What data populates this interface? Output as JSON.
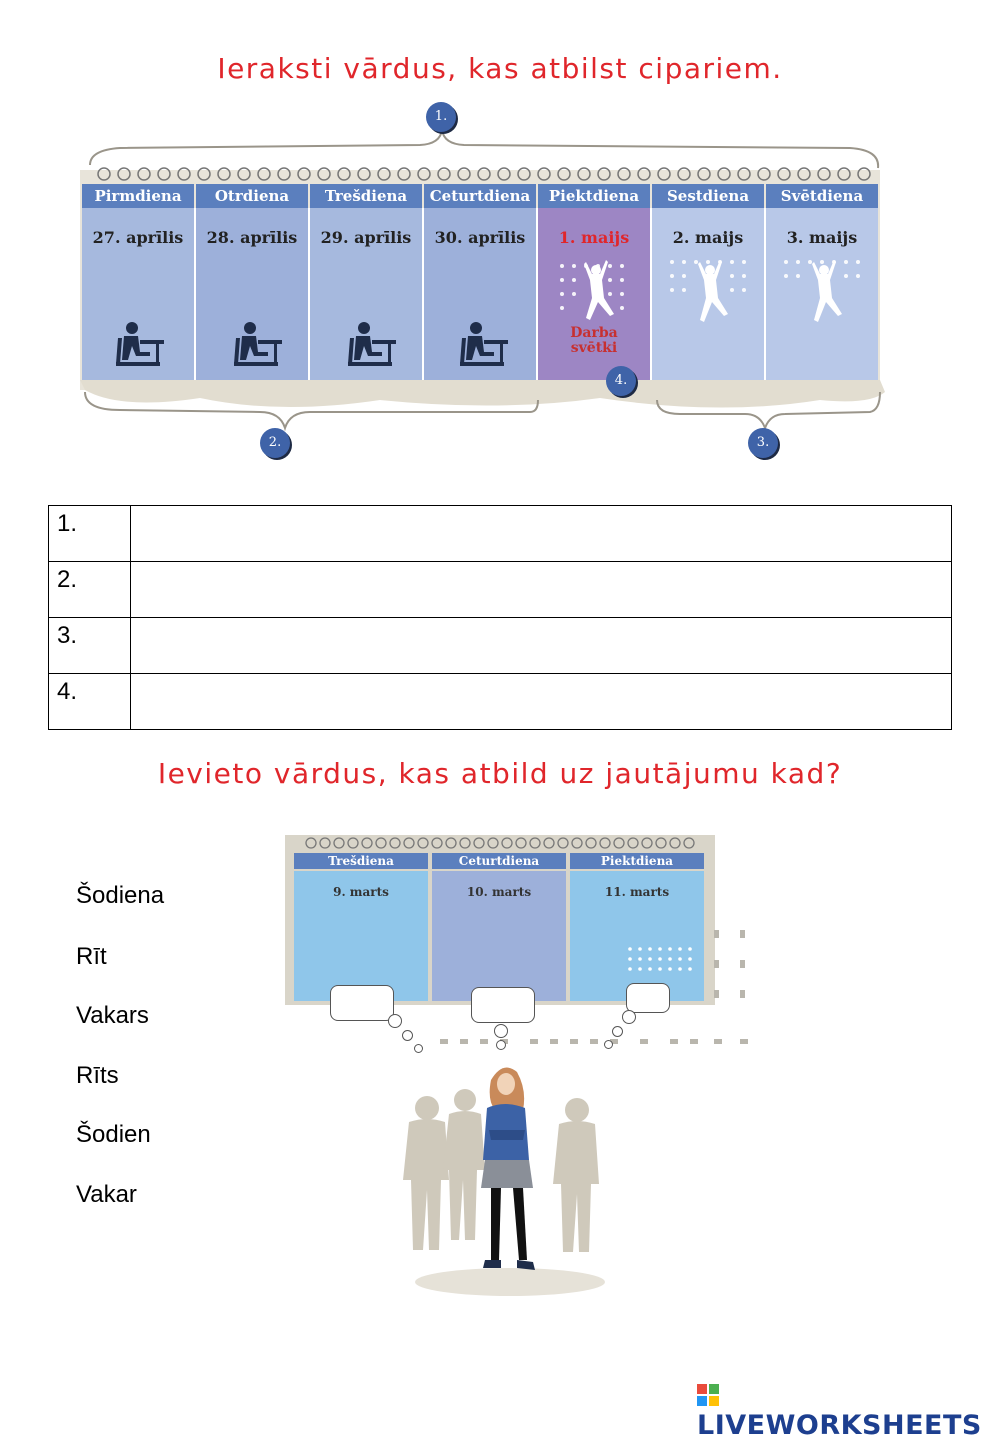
{
  "titles": {
    "task1": "Ieraksti vārdus, kas atbilst cipariem.",
    "task2": "Ievieto vārdus, kas atbild uz jautājumu kad?"
  },
  "calendar1": {
    "days": [
      {
        "name": "Pirmdiena",
        "date": "27. aprīlis"
      },
      {
        "name": "Otrdiena",
        "date": "28. aprīlis"
      },
      {
        "name": "Trešdiena",
        "date": "29. aprīlis"
      },
      {
        "name": "Ceturtdiena",
        "date": "30. aprīlis"
      },
      {
        "name": "Piektdiena",
        "date": "1. maijs"
      },
      {
        "name": "Sestdiena",
        "date": "2. maijs"
      },
      {
        "name": "Svētdiena",
        "date": "3. maijs"
      }
    ],
    "holiday_line1": "Darba",
    "holiday_line2": "svētki",
    "badges": [
      "1.",
      "2.",
      "3.",
      "4."
    ]
  },
  "answer_rows": [
    {
      "number": "1.",
      "answer": ""
    },
    {
      "number": "2.",
      "answer": ""
    },
    {
      "number": "3.",
      "answer": ""
    },
    {
      "number": "4.",
      "answer": ""
    }
  ],
  "word_list": [
    "Šodiena",
    "Rīt",
    "Vakars",
    "Rīts",
    "Šodien",
    "Vakar"
  ],
  "calendar2": {
    "days": [
      {
        "name": "Trešdiena",
        "date": "9. marts"
      },
      {
        "name": "Ceturtdiena",
        "date": "10. marts"
      },
      {
        "name": "Piektdiena",
        "date": "11. marts"
      }
    ]
  },
  "logo": "LIVEWORKSHEETS",
  "colors": {
    "title_red": "#e0262b",
    "header_blue": "#5b7fbe",
    "badge_blue": "#3f63a8"
  }
}
